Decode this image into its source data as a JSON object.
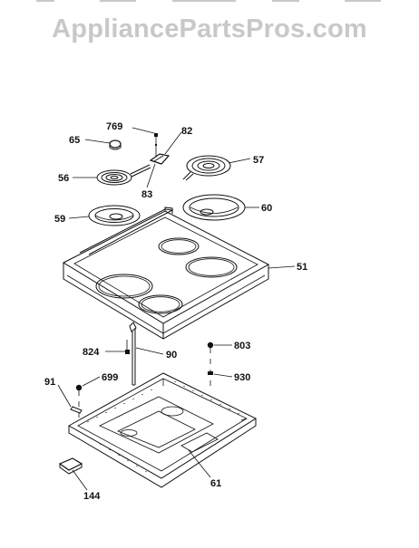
{
  "watermark": "AppliancePartsPros.com",
  "parts": [
    {
      "id": "769"
    },
    {
      "id": "82"
    },
    {
      "id": "65"
    },
    {
      "id": "56"
    },
    {
      "id": "83"
    },
    {
      "id": "57"
    },
    {
      "id": "59"
    },
    {
      "id": "60"
    },
    {
      "id": "51"
    },
    {
      "id": "824"
    },
    {
      "id": "90"
    },
    {
      "id": "803"
    },
    {
      "id": "91"
    },
    {
      "id": "699"
    },
    {
      "id": "930"
    },
    {
      "id": "61"
    },
    {
      "id": "144"
    }
  ]
}
